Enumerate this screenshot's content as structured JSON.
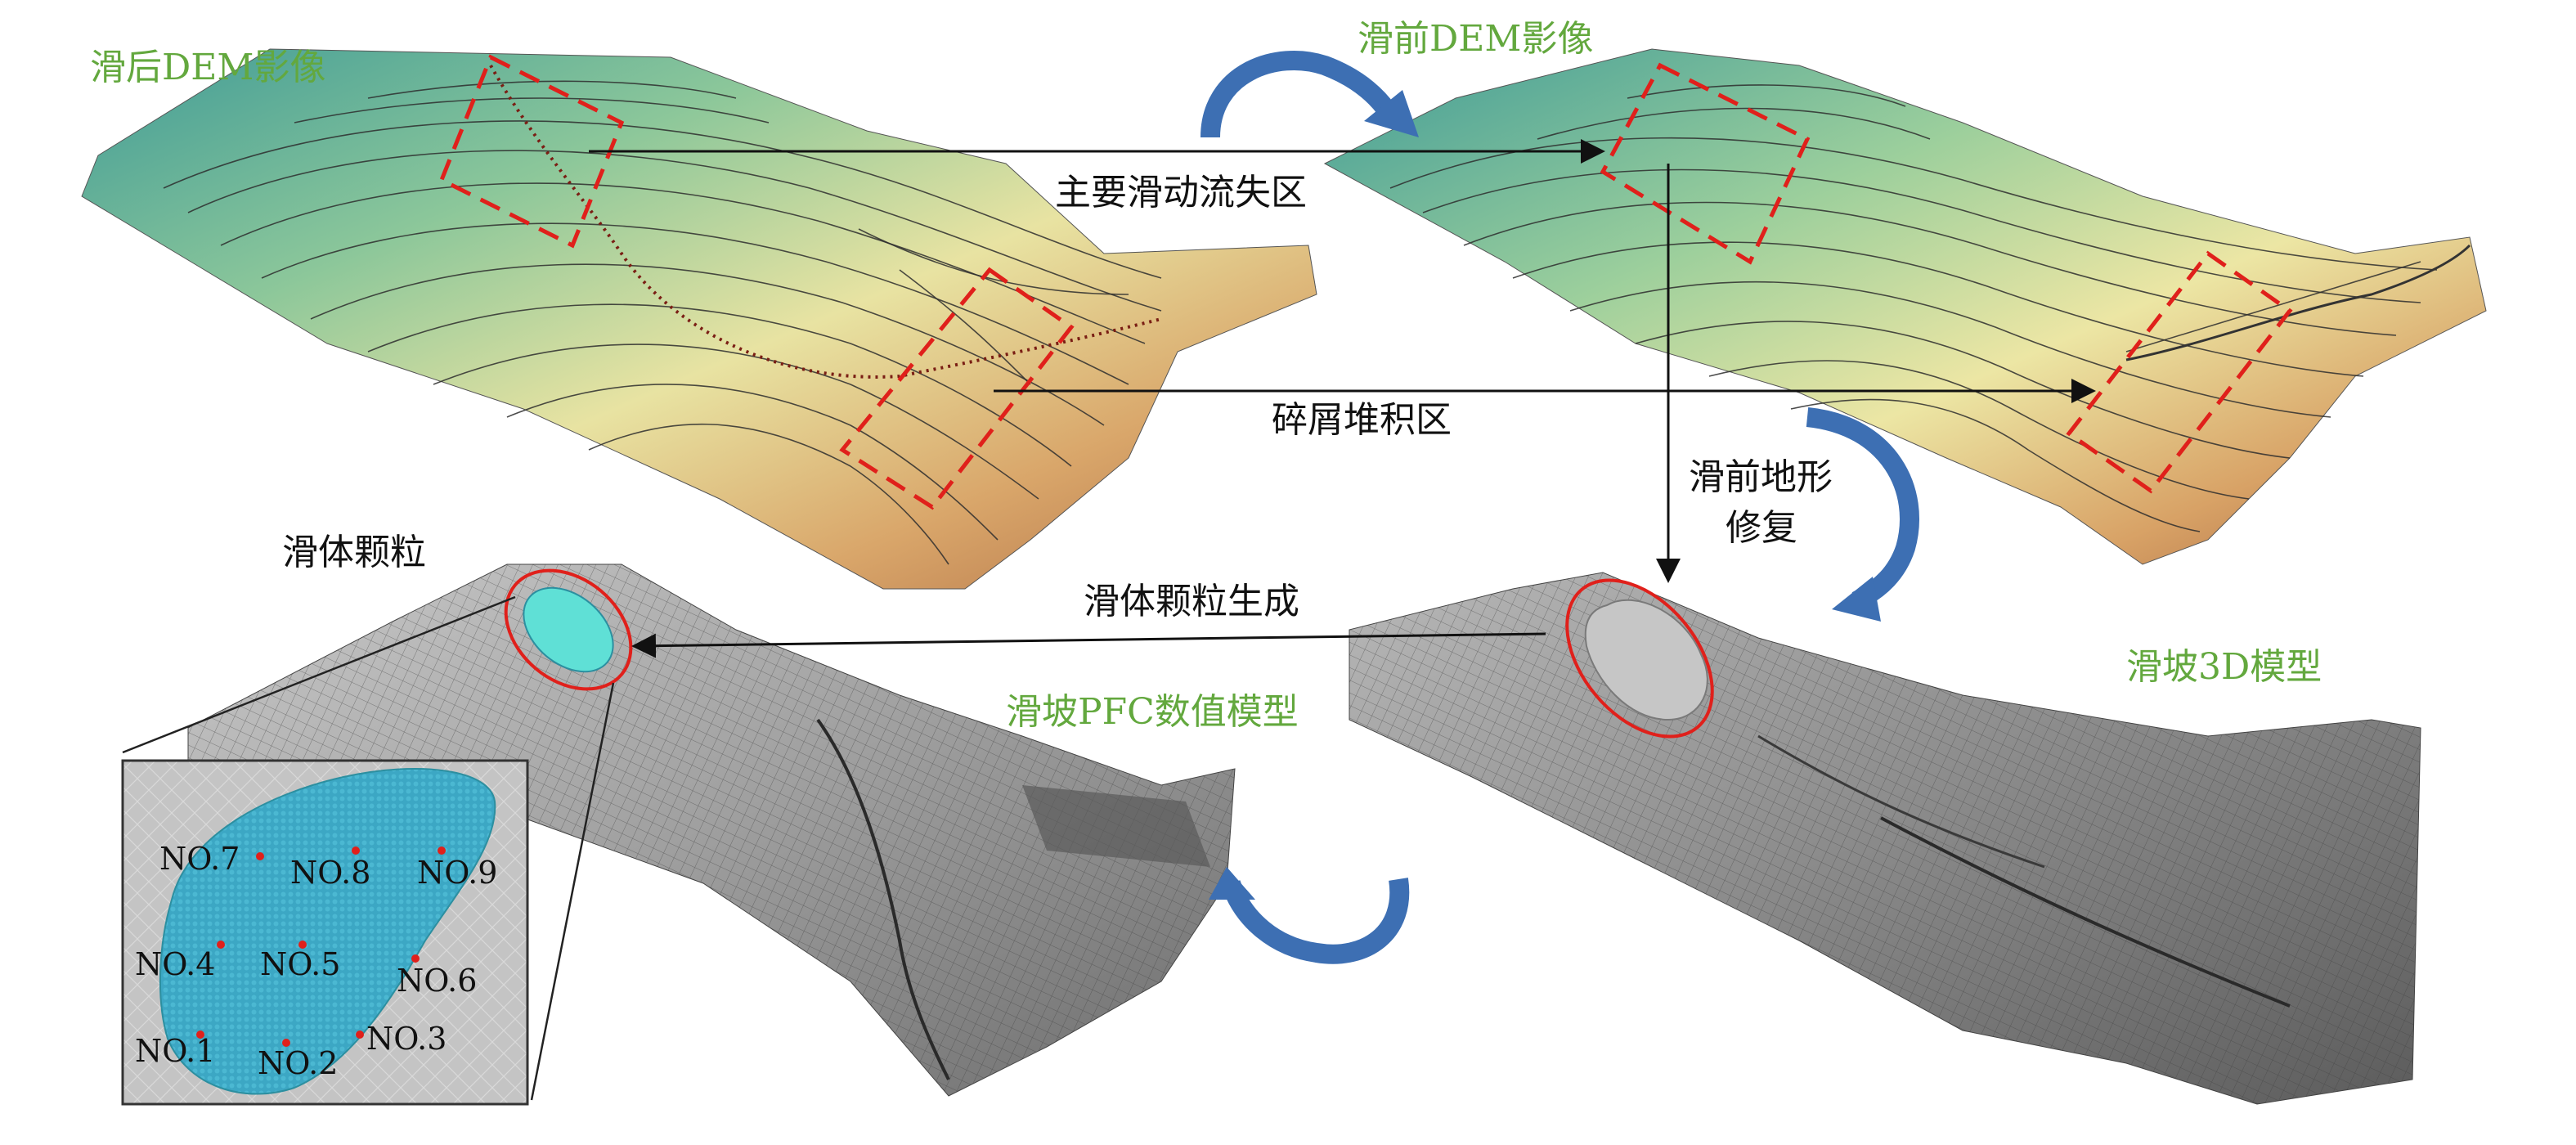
{
  "labels": {
    "post_dem": "滑后DEM影像",
    "pre_dem": "滑前DEM影像",
    "main_loss_zone": "主要滑动流失区",
    "debris_zone": "碎屑堆积区",
    "terrain_repair_line1": "滑前地形",
    "terrain_repair_line2": "修复",
    "slide_particles": "滑体颗粒",
    "particle_generation": "滑体颗粒生成",
    "pfc_model": "滑坡PFC数值模型",
    "model_3d": "滑坡3D模型"
  },
  "monitor_points": [
    {
      "id": "NO.7"
    },
    {
      "id": "NO.8"
    },
    {
      "id": "NO.9"
    },
    {
      "id": "NO.4"
    },
    {
      "id": "NO.5"
    },
    {
      "id": "NO.6"
    },
    {
      "id": "NO.1"
    },
    {
      "id": "NO.2"
    },
    {
      "id": "NO.3"
    }
  ],
  "colors": {
    "green_text": "#63a83e",
    "red_outline": "#e0201b",
    "blue_arrow": "#3d6fb3",
    "particle_fill": "#3ca7c4",
    "particle_highlight": "#5fe0d6",
    "mesh_gray": "#9a9a9a"
  }
}
